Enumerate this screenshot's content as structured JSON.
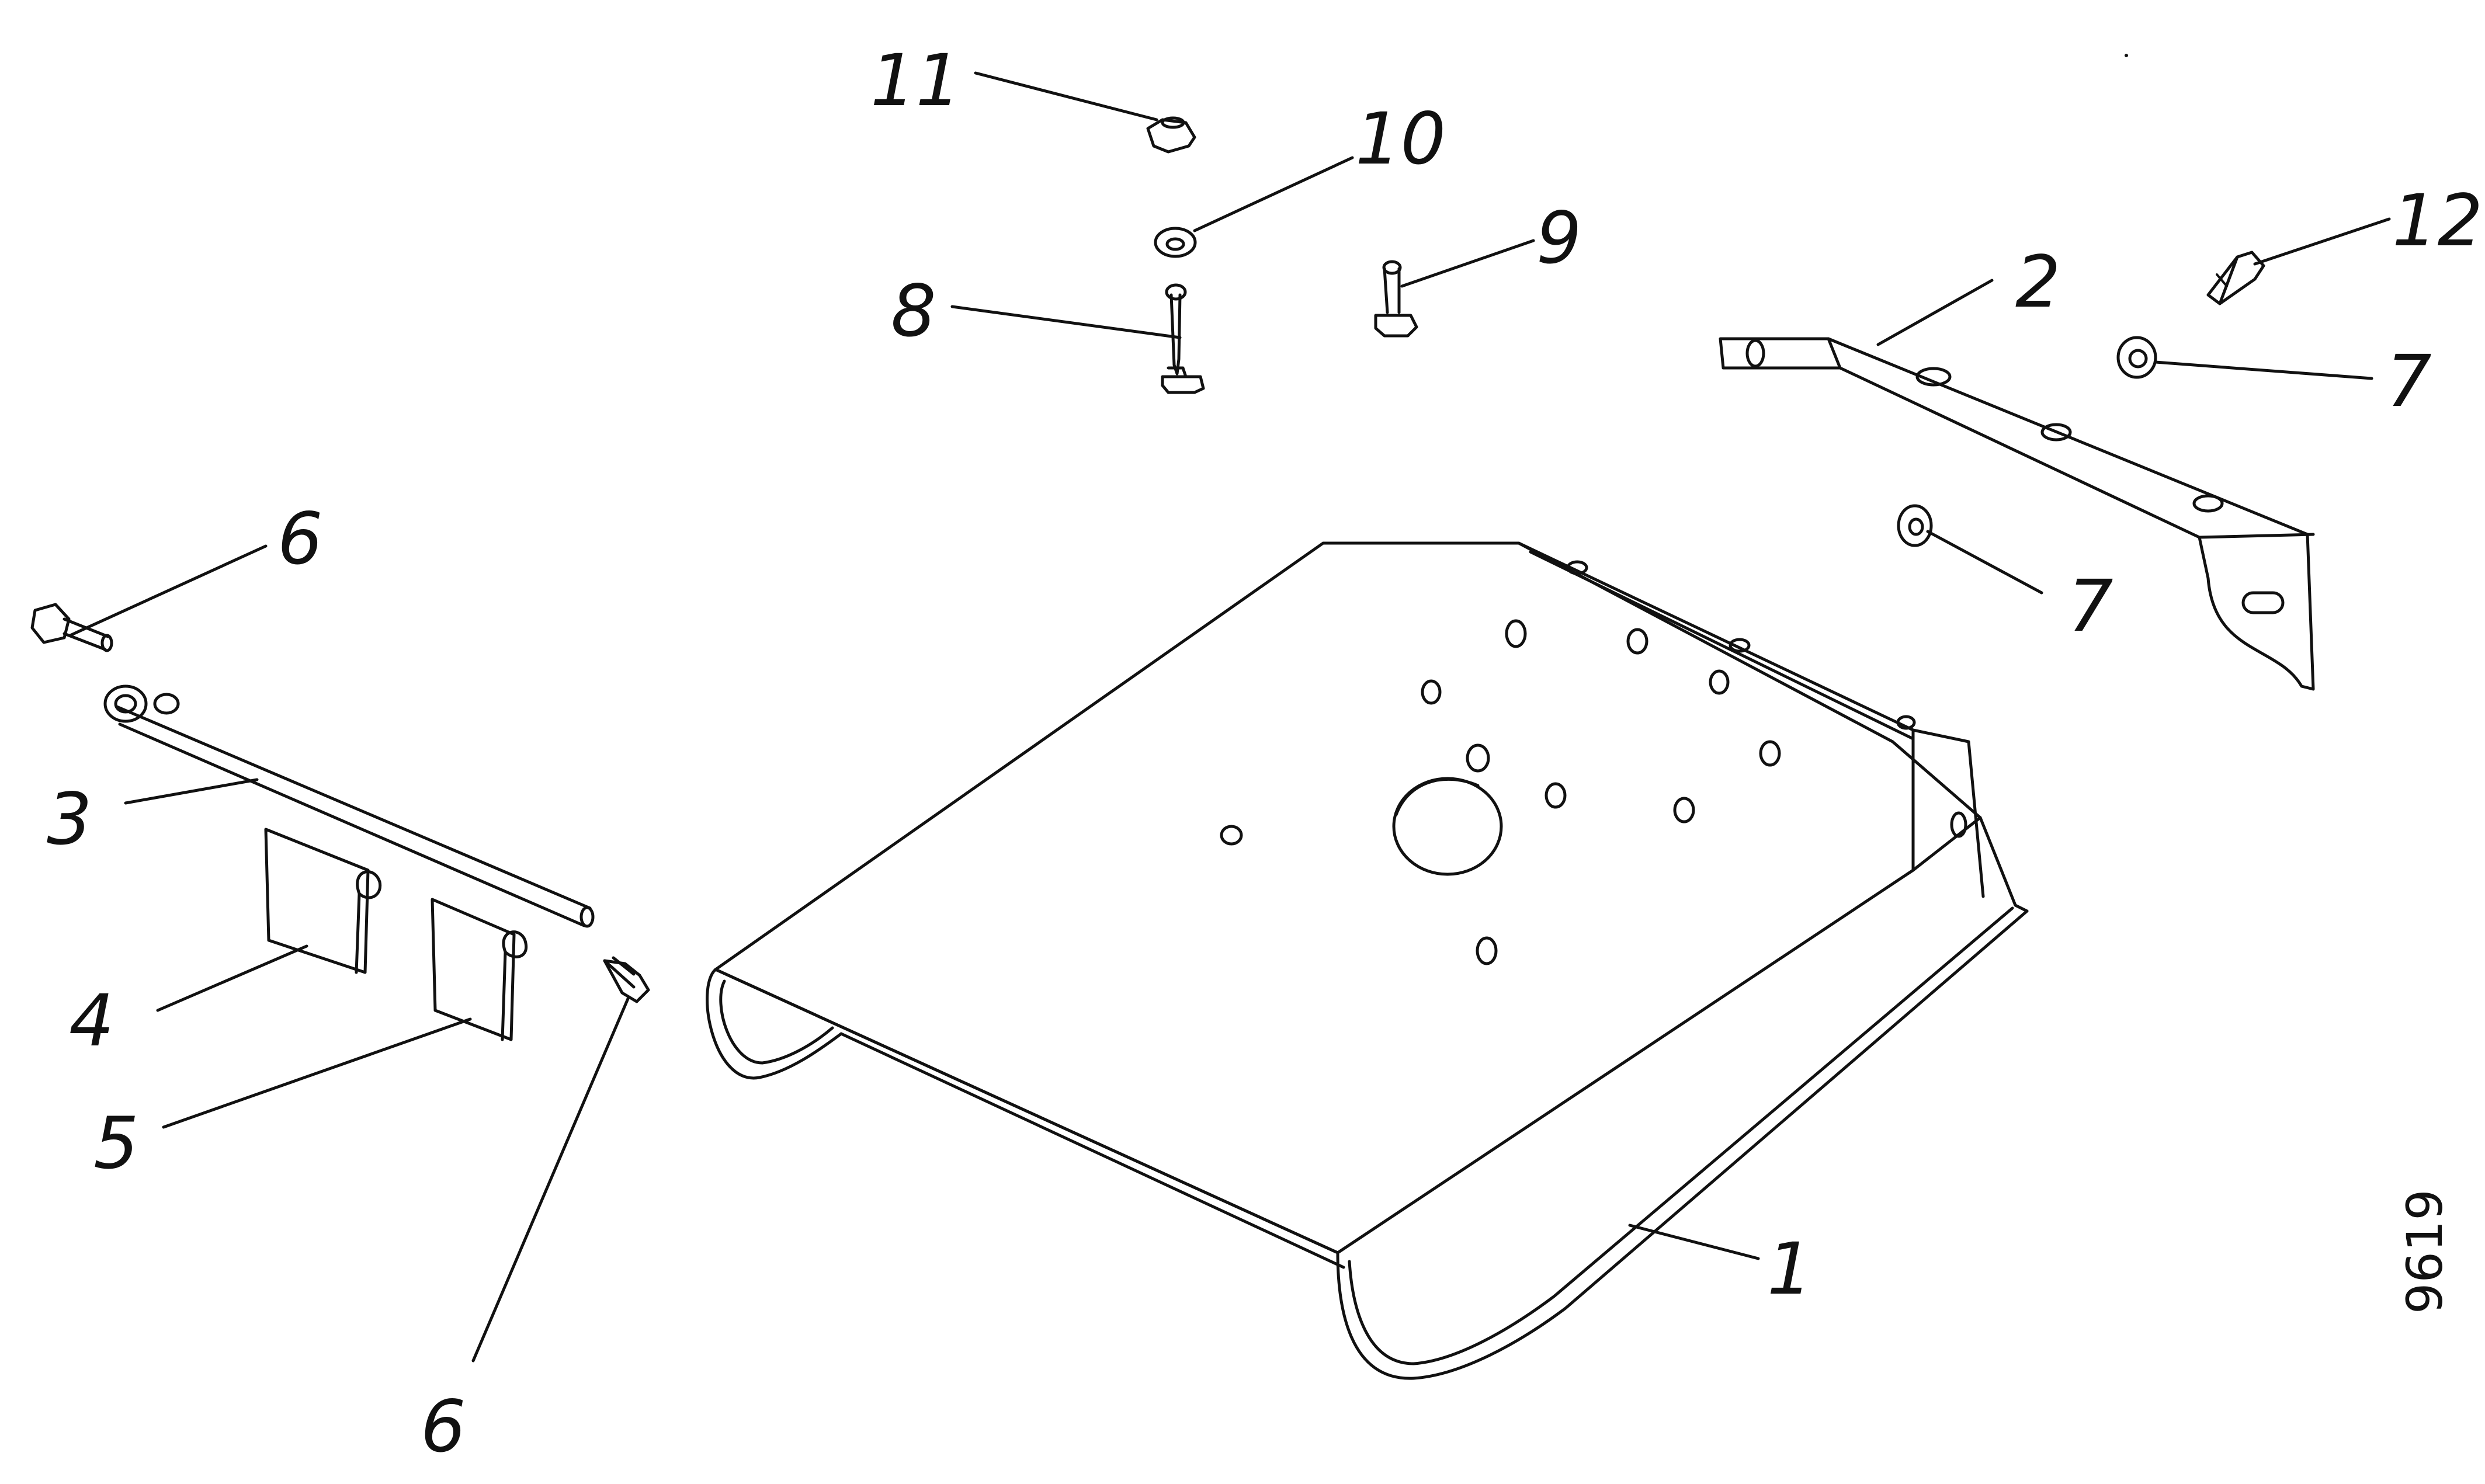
{
  "callouts": {
    "c1": "1",
    "c2": "2",
    "c3": "3",
    "c4": "4",
    "c5": "5",
    "c6a": "6",
    "c6b": "6",
    "c7a": "7",
    "c7b": "7",
    "c8": "8",
    "c9": "9",
    "c10": "10",
    "c11": "11",
    "c12": "12"
  },
  "figure_number": "9619"
}
